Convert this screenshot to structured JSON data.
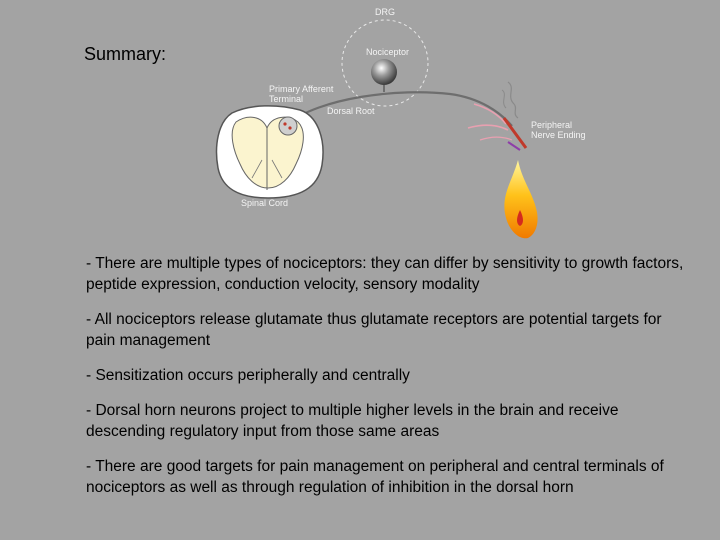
{
  "title": "Summary:",
  "diagram": {
    "labels": {
      "drg": "DRG",
      "nociceptor": "Nociceptor",
      "primary_afferent_line1": "Primary Afferent",
      "primary_afferent_line2": "Terminal",
      "dorsal_root": "Dorsal Root",
      "peripheral_line1": "Peripheral",
      "peripheral_line2": "Nerve Ending",
      "spinal_cord": "Spinal Cord"
    }
  },
  "bullets": [
    "- There are multiple types of nociceptors: they can differ by sensitivity to growth factors, peptide expression, conduction velocity, sensory modality",
    "- All nociceptors release glutamate thus glutamate receptors are potential targets for pain management",
    "- Sensitization occurs peripherally and centrally",
    "- Dorsal horn neurons project to multiple higher levels in the brain and receive descending regulatory input from those same areas",
    "- There are good targets for pain management on peripheral and central terminals of nociceptors as well as through regulation of inhibition in the dorsal horn"
  ]
}
